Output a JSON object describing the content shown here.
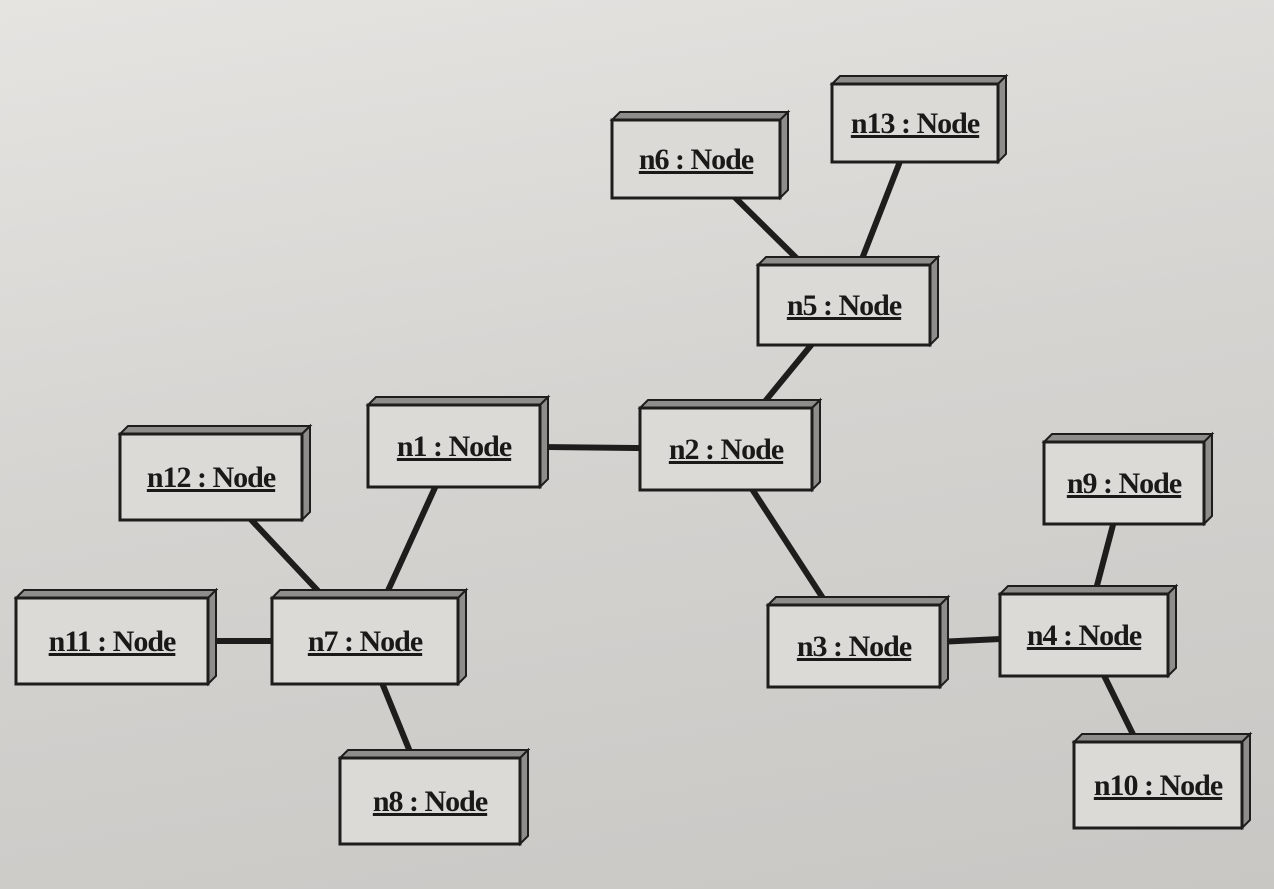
{
  "diagram": {
    "nodes": [
      {
        "id": "n1",
        "label": "n1 : Node"
      },
      {
        "id": "n2",
        "label": "n2 : Node"
      },
      {
        "id": "n3",
        "label": "n3 : Node"
      },
      {
        "id": "n4",
        "label": "n4 : Node"
      },
      {
        "id": "n5",
        "label": "n5 : Node"
      },
      {
        "id": "n6",
        "label": "n6 : Node"
      },
      {
        "id": "n7",
        "label": "n7 : Node"
      },
      {
        "id": "n8",
        "label": "n8 : Node"
      },
      {
        "id": "n9",
        "label": "n9 : Node"
      },
      {
        "id": "n10",
        "label": "n10 : Node"
      },
      {
        "id": "n11",
        "label": "n11 : Node"
      },
      {
        "id": "n12",
        "label": "n12 : Node"
      },
      {
        "id": "n13",
        "label": "n13 : Node"
      }
    ],
    "edges": [
      {
        "from": "n1",
        "to": "n2"
      },
      {
        "from": "n1",
        "to": "n7"
      },
      {
        "from": "n2",
        "to": "n5"
      },
      {
        "from": "n2",
        "to": "n3"
      },
      {
        "from": "n5",
        "to": "n6"
      },
      {
        "from": "n5",
        "to": "n13"
      },
      {
        "from": "n3",
        "to": "n4"
      },
      {
        "from": "n4",
        "to": "n9"
      },
      {
        "from": "n4",
        "to": "n10"
      },
      {
        "from": "n7",
        "to": "n12"
      },
      {
        "from": "n7",
        "to": "n11"
      },
      {
        "from": "n7",
        "to": "n8"
      }
    ]
  }
}
